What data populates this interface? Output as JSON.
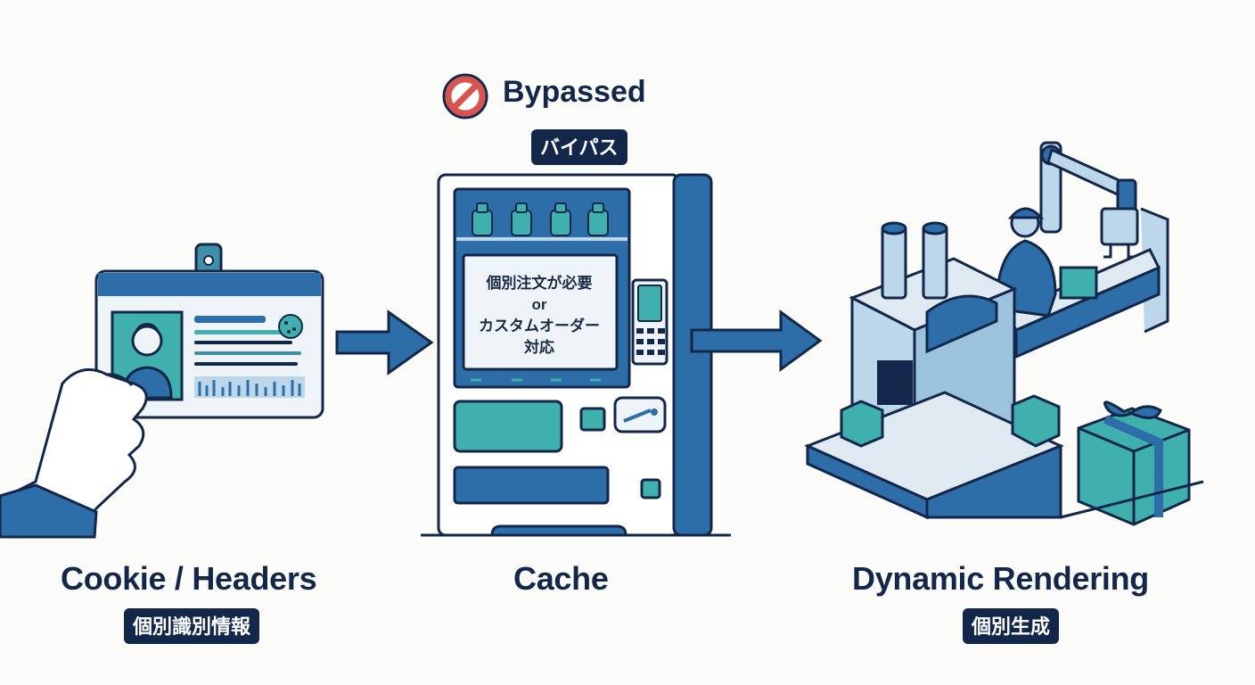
{
  "bypass": {
    "title": "Bypassed",
    "tag": "バイパス",
    "icon": "prohibited-icon"
  },
  "stages": [
    {
      "title": "Cookie / Headers",
      "tag": "個別識別情報",
      "icon": "id-card-icon"
    },
    {
      "title": "Cache",
      "tag": null,
      "icon": "vending-machine-icon"
    },
    {
      "title": "Dynamic Rendering",
      "tag": "個別生成",
      "icon": "factory-icon"
    }
  ],
  "vending_screen": {
    "line1": "個別注文が必要",
    "line2": "or",
    "line3": "カスタムオーダー",
    "line4": "対応"
  },
  "colors": {
    "navy": "#13274a",
    "blue": "#2e6ea8",
    "teal": "#3fb0ad",
    "light_blue": "#bcd7ea",
    "red": "#d9534f"
  }
}
